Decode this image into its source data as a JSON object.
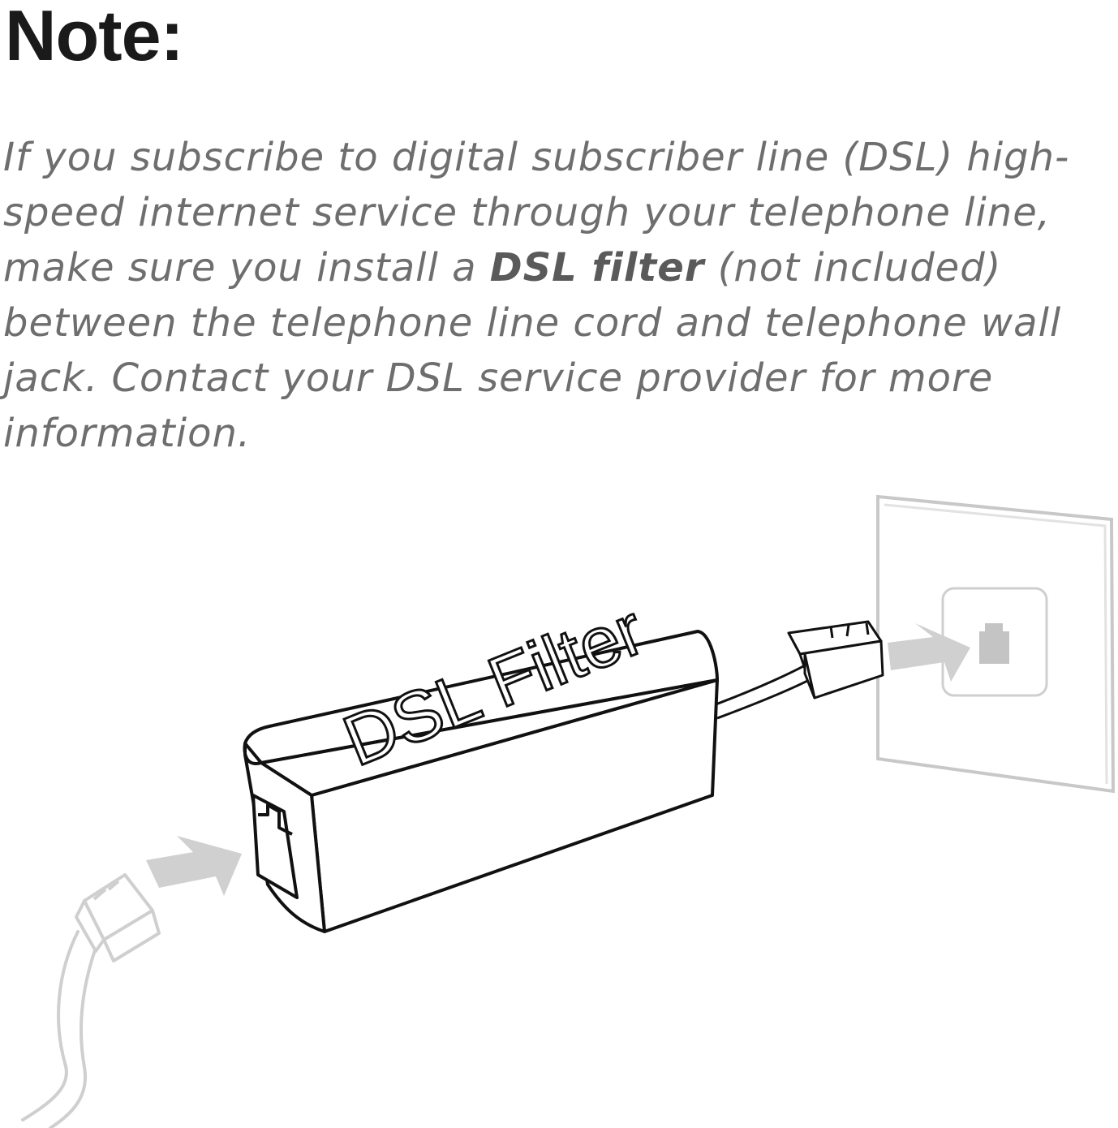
{
  "heading": "Note:",
  "body": {
    "part1": "If you subscribe to digital subscriber line (DSL) high-speed internet service through your telephone line, make sure you install a ",
    "emphasis": "DSL filter",
    "part2": " (not included) between the telephone line cord and telephone wall jack. Contact your DSL service provider for more information."
  },
  "illustration": {
    "filter_label": "DSL Filter",
    "icons": [
      "dsl-filter-box",
      "telephone-plug",
      "wall-jack",
      "arrow-right"
    ],
    "colors": {
      "outline": "#111111",
      "ghost": "#cfcfcf",
      "arrow": "#d0d0d0"
    }
  }
}
